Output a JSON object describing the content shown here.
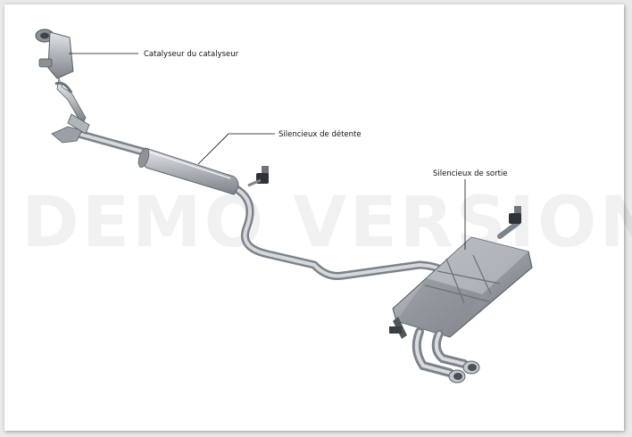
{
  "labels": {
    "catalyst": "Catalyseur du catalyseur",
    "expansion_muffler": "Silencieux de détente",
    "rear_muffler": "Silencieux de sortie"
  },
  "watermark": "DEMO VERSION",
  "colors": {
    "background": "#ffffff",
    "metal_light": "#dadde0",
    "metal_mid": "#a9aeb3",
    "metal_dark": "#6f757b",
    "leader_line": "#111111"
  }
}
